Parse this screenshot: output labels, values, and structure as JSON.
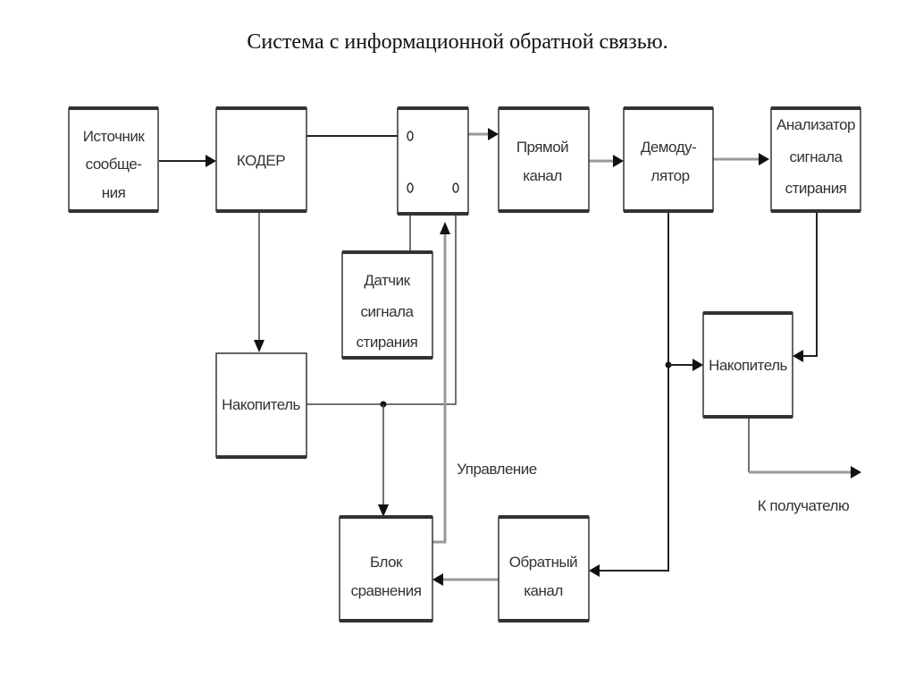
{
  "title": "Система с информационной обратной связью.",
  "blocks": {
    "source": {
      "lines": [
        "Источник",
        "сообще-",
        "ния"
      ]
    },
    "coder": {
      "lines": [
        "КОДЕР"
      ]
    },
    "switch": {
      "lines": []
    },
    "forward_channel": {
      "lines": [
        "Прямой",
        "канал"
      ]
    },
    "demodulator": {
      "lines": [
        "Демоду-",
        "лятор"
      ]
    },
    "erasure_analyzer": {
      "lines": [
        "Анализатор",
        "сигнала",
        "стирания"
      ]
    },
    "erasure_sensor": {
      "lines": [
        "Датчик",
        "сигнала",
        "стирания"
      ]
    },
    "storage_left": {
      "lines": [
        "Накопитель"
      ]
    },
    "storage_right": {
      "lines": [
        "Накопитель"
      ]
    },
    "comparator": {
      "lines": [
        "Блок",
        "сравнения"
      ]
    },
    "back_channel": {
      "lines": [
        "Обратный",
        "канал"
      ]
    }
  },
  "labels": {
    "control": "Управление",
    "to_receiver": "К получателю"
  }
}
